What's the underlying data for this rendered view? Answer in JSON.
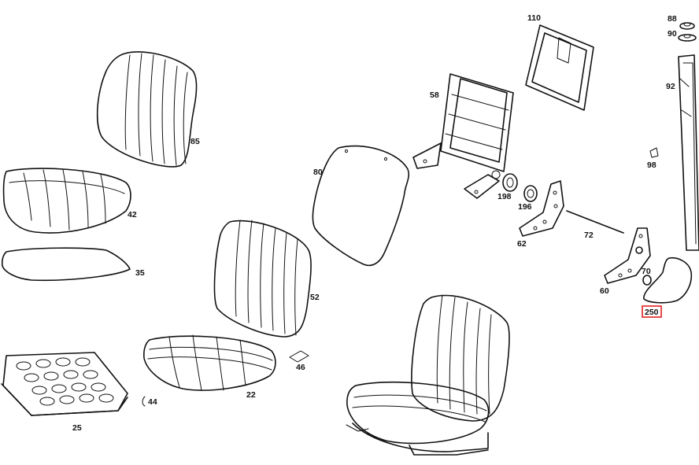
{
  "highlight_color": "#e02020",
  "parts": [
    {
      "id": "110",
      "label": "110"
    },
    {
      "id": "88",
      "label": "88"
    },
    {
      "id": "90",
      "label": "90"
    },
    {
      "id": "92",
      "label": "92"
    },
    {
      "id": "98",
      "label": "98"
    },
    {
      "id": "58",
      "label": "58"
    },
    {
      "id": "85",
      "label": "85"
    },
    {
      "id": "80",
      "label": "80"
    },
    {
      "id": "42",
      "label": "42"
    },
    {
      "id": "198",
      "label": "198"
    },
    {
      "id": "196",
      "label": "196"
    },
    {
      "id": "72",
      "label": "72"
    },
    {
      "id": "62",
      "label": "62"
    },
    {
      "id": "35",
      "label": "35"
    },
    {
      "id": "70",
      "label": "70"
    },
    {
      "id": "60",
      "label": "60"
    },
    {
      "id": "250",
      "label": "250"
    },
    {
      "id": "52",
      "label": "52"
    },
    {
      "id": "46",
      "label": "46"
    },
    {
      "id": "44",
      "label": "44"
    },
    {
      "id": "22",
      "label": "22"
    },
    {
      "id": "25",
      "label": "25"
    }
  ],
  "selected_part": "250"
}
